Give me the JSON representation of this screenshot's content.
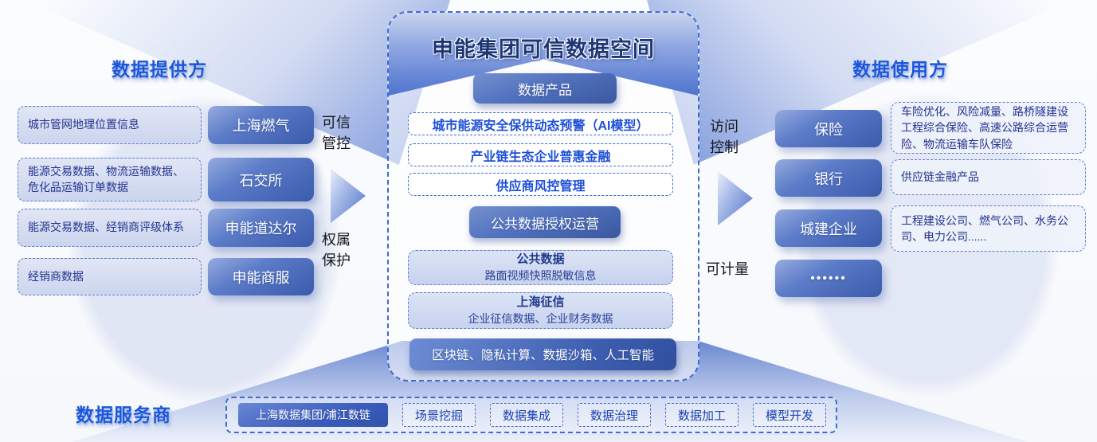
{
  "title": "申能集团可信数据空间",
  "left": {
    "header": "数据提供方",
    "rows": [
      {
        "desc": "城市管网地理位置信息",
        "provider": "上海燃气"
      },
      {
        "desc": "能源交易数据、物流运输数据、危化品运输订单数据",
        "provider": "石交所"
      },
      {
        "desc": "能源交易数据、经销商评级体系",
        "provider": "申能道达尔"
      },
      {
        "desc": "经销商数据",
        "provider": "申能商服"
      }
    ],
    "controls": {
      "top": "可信\n管控",
      "bottom": "权属\n保护"
    }
  },
  "center": {
    "product_label": "数据产品",
    "products": [
      "城市能源安全保供动态预警（AI模型）",
      "产业链生态企业普惠金融",
      "供应商风控管理"
    ],
    "public_ops_label": "公共数据授权运营",
    "sources": [
      {
        "title": "公共数据",
        "desc": "路面视频快照脱敏信息"
      },
      {
        "title": "上海征信",
        "desc": "企业征信数据、企业财务数据"
      }
    ],
    "tech_bar": "区块链、隐私计算、数据沙箱、人工智能"
  },
  "right": {
    "header": "数据使用方",
    "controls": {
      "top": "访问\n控制",
      "bottom": "可计量"
    },
    "rows": [
      {
        "consumer": "保险",
        "desc": "车险优化、风险减量、路桥隧建设工程综合保险、高速公路综合运营险、物流运输车队保险"
      },
      {
        "consumer": "银行",
        "desc": "供应链金融产品"
      },
      {
        "consumer": "城建企业",
        "desc": "工程建设公司、燃气公司、水务公司、电力公司......"
      },
      {
        "consumer": "••••••",
        "desc": ""
      }
    ]
  },
  "bottom": {
    "header": "数据服务商",
    "primary": "上海数据集团/浦江数链",
    "services": [
      "场景挖掘",
      "数据集成",
      "数据治理",
      "数据加工",
      "模型开发"
    ]
  },
  "colors": {
    "accent_blue": "#1a56db",
    "title_navy": "#1c3676",
    "node_gradient_dark": "#3a5aab",
    "dashed_border": "#3e6bd0",
    "light_box_fill": "#ccd5ee"
  }
}
